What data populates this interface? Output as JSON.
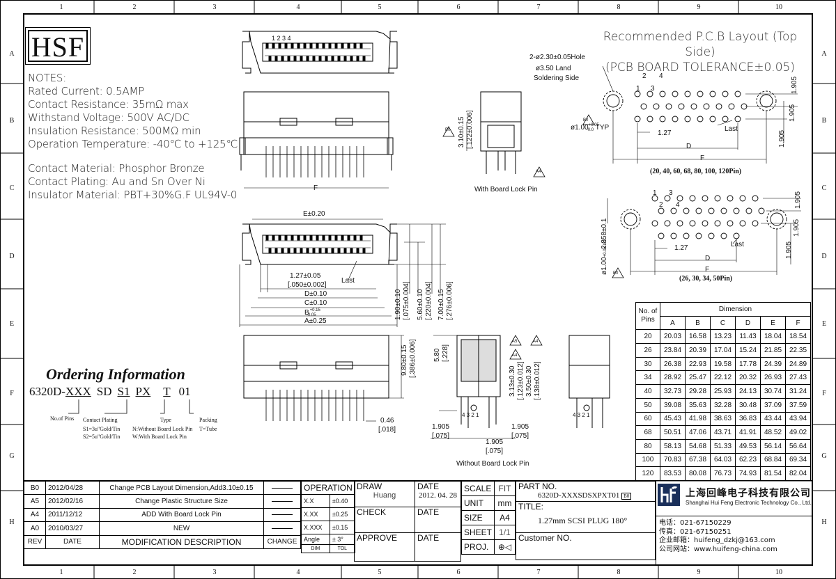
{
  "zones": {
    "columns": [
      "1",
      "2",
      "3",
      "4",
      "5",
      "6",
      "7",
      "8",
      "9",
      "10"
    ],
    "rows": [
      "A",
      "B",
      "C",
      "D",
      "E",
      "F",
      "G",
      "H"
    ]
  },
  "logo": "HSF",
  "notes": {
    "heading": "NOTES:",
    "lines": [
      "Rated Current: 0.5AMP",
      "Contact Resistance: 35mΩ max",
      "Withstand Voltage: 500V AC/DC",
      "Insulation Resistance: 500MΩ min",
      "Operation Temperature: -40℃ to +125℃"
    ],
    "material_lines": [
      "Contact Material: Phosphor Bronze",
      "Contact Plating: Au and Sn Over Ni",
      "Insulator Material: PBT+30%G.F UL94V-0"
    ]
  },
  "ordering": {
    "title": "Ordering Information",
    "code_parts": [
      "6320D-",
      "XXX",
      "SD",
      "S1",
      "PX",
      "T",
      "01"
    ],
    "labels": {
      "pins": "No.of Pins",
      "plating": "Contact Plating",
      "plating_s1": "S1=3u\"Gold/Tin",
      "plating_s2": "S2=5u\"Gold/Tin",
      "type": "Type",
      "type_n": "N:Without Board Lock Pin",
      "type_w": "W:With Board Lock Pin",
      "packing": "Packing",
      "packing_t": "T=Tube"
    }
  },
  "drawing_labels": {
    "pins_1234": "1 2 3 4",
    "f_top": "F",
    "e_dim": "E±0.20",
    "pitch": "1.27±0.05",
    "pitch_in": "[.050±0.002]",
    "last": "Last",
    "d_dim": "D±0.10",
    "c_dim": "C±0.10",
    "b_dim": "B",
    "b_tol_plus": "+0.15",
    "b_tol_minus": "-0.05",
    "a_dim": "A±0.25",
    "v190": "1.90±0.10",
    "v190_in": "[.075±0.004]",
    "v560": "5.60±0.10",
    "v560_in": "[.220±0.004]",
    "v700": "7.00±0.15",
    "v700_in": "[.276±0.006]",
    "v310": "3.10±0.15",
    "v310_in": "[.122±0.006]",
    "with_lock": "With Board Lock Pin",
    "without_lock": "Without Board Lock Pin",
    "v980": "9.80±0.15",
    "v980_in": "[.386±0.006]",
    "v580": "5.80",
    "v580_in": "[.228]",
    "v313": "3.13±0.30",
    "v313_in": "[.123±0.012]",
    "v350": "3.50±0.30",
    "v350_in": "[.138±0.012]",
    "d046": "0.46",
    "d046_in": "[.018]",
    "p1905a": "1.905",
    "p1905a_in": "[.075]",
    "p1905b": "1.905",
    "p1905b_in": "[.075]",
    "p1905c": "1.905",
    "p1905c_in": "[.075]",
    "side_pins": "4 3 2 1",
    "tri_a4": "A4",
    "tri_a5": "A5",
    "tri_b0": "B0"
  },
  "pcb": {
    "title_line1": "Recommended P.C.B Layout (Top Side)",
    "title_line2": "(PCB BOARD TOLERANCE±0.05)",
    "hole_note": "2-ø2.30±0.05Hole",
    "land_note": "ø3.50 Land",
    "soldering_side": "Soldering Side",
    "hole_dia": "ø1.00",
    "hole_tol_plus": "+0.05",
    "hole_tol_minus": "-0.0",
    "typ": "TYP",
    "pitch": "1.27",
    "row_pitch": "1.905",
    "d": "D",
    "f": "F",
    "last": "Last",
    "caption_top": "(20, 40, 60, 68, 80, 100, 120Pin)",
    "caption_bottom": "(26, 30, 34, 50Pin)",
    "offset": "2.858±0.1",
    "pin_1": "1",
    "pin_2": "2",
    "pin_3": "3",
    "pin_4": "4"
  },
  "dimension_table": {
    "header_pins_1": "No. of",
    "header_pins_2": "Pins",
    "header_dim": "Dimension",
    "cols": [
      "A",
      "B",
      "C",
      "D",
      "E",
      "F"
    ],
    "rows": [
      [
        "20",
        "20.03",
        "16.58",
        "13.23",
        "11.43",
        "18.04",
        "18.54"
      ],
      [
        "26",
        "23.84",
        "20.39",
        "17.04",
        "15.24",
        "21.85",
        "22.35"
      ],
      [
        "30",
        "26.38",
        "22.93",
        "19.58",
        "17.78",
        "24.39",
        "24.89"
      ],
      [
        "34",
        "28.92",
        "25.47",
        "22.12",
        "20.32",
        "26.93",
        "27.43"
      ],
      [
        "40",
        "32.73",
        "29.28",
        "25.93",
        "24.13",
        "30.74",
        "31.24"
      ],
      [
        "50",
        "39.08",
        "35.63",
        "32.28",
        "30.48",
        "37.09",
        "37.59"
      ],
      [
        "60",
        "45.43",
        "41.98",
        "38.63",
        "36.83",
        "43.44",
        "43.94"
      ],
      [
        "68",
        "50.51",
        "47.06",
        "43.71",
        "41.91",
        "48.52",
        "49.02"
      ],
      [
        "80",
        "58.13",
        "54.68",
        "51.33",
        "49.53",
        "56.14",
        "56.64"
      ],
      [
        "100",
        "70.83",
        "67.38",
        "64.03",
        "62.23",
        "68.84",
        "69.34"
      ],
      [
        "120",
        "83.53",
        "80.08",
        "76.73",
        "74.93",
        "81.54",
        "82.04"
      ]
    ]
  },
  "revisions": [
    {
      "rev": "B0",
      "date": "2012/04/28",
      "desc": "Change PCB Layout Dimension,Add3.10±0.15"
    },
    {
      "rev": "A5",
      "date": "2012/02/16",
      "desc": "Change Plastic Structure Size"
    },
    {
      "rev": "A4",
      "date": "2011/12/12",
      "desc": "ADD With Board Lock Pin"
    },
    {
      "rev": "A0",
      "date": "2010/03/27",
      "desc": "NEW"
    }
  ],
  "rev_header": {
    "rev": "REV",
    "date": "DATE",
    "desc": "MODIFICATION DESCRIPTION",
    "change": "CHANGE"
  },
  "tolerance": {
    "title": "OPERATION",
    "rows": [
      [
        "X.X",
        "±0.40"
      ],
      [
        "X.XX",
        "±0.25"
      ],
      [
        "X.XXX",
        "±0.15"
      ],
      [
        "Angle",
        "± 3°"
      ]
    ],
    "footer": [
      "DIM",
      "TOL"
    ]
  },
  "signoff": {
    "draw": "DRAW",
    "draw_name": "Huang",
    "check": "CHECK",
    "approve": "APPROVE",
    "date_label": "DATE",
    "date_value": "2012. 04. 28"
  },
  "sheet_info": {
    "scale": "SCALE",
    "scale_v": "FIT",
    "unit": "UNIT",
    "unit_v": "mm",
    "size": "SIZE",
    "size_v": "A4",
    "sheet": "SHEET",
    "sheet_v": "1/1",
    "proj": "PROJ."
  },
  "part": {
    "label": "PART NO.",
    "value": "6320D-XXXSDSXPXT01",
    "rev_mark": "B0",
    "title_label": "TITLE:",
    "title_value": "1.27mm SCSI PLUG 180°",
    "customer": "Customer NO."
  },
  "company": {
    "name_cn": "上海回峰电子科技有限公司",
    "name_en": "Shanghai Hui Feng Electronic Technology Co., Ltd.",
    "tel": "电话：021-67150229",
    "fax": "传真：021-67150251",
    "email": "企业邮箱：huifeng_dzkj@163.com",
    "web": "公司网站：www.huifeng-china.com"
  }
}
